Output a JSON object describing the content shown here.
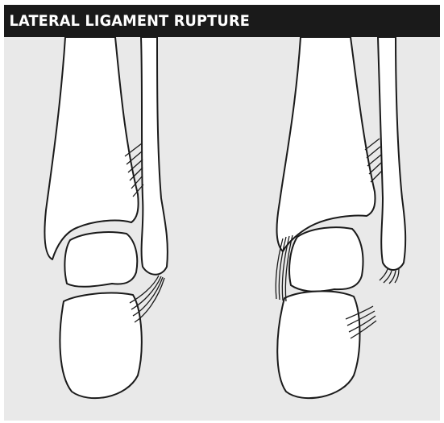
{
  "title": "LATERAL LIGAMENT RUPTURE",
  "panels": [
    {
      "name": "intact-ankle",
      "icon": "ankle-joint-intact-icon"
    },
    {
      "name": "ruptured-ankle",
      "icon": "ankle-joint-ruptured-icon"
    }
  ],
  "colors": {
    "title_bar": "#1a1a1a",
    "title_text": "#ffffff",
    "background": "#e9e9e9",
    "bone_fill": "#ffffff",
    "outline": "#1a1a1a"
  }
}
